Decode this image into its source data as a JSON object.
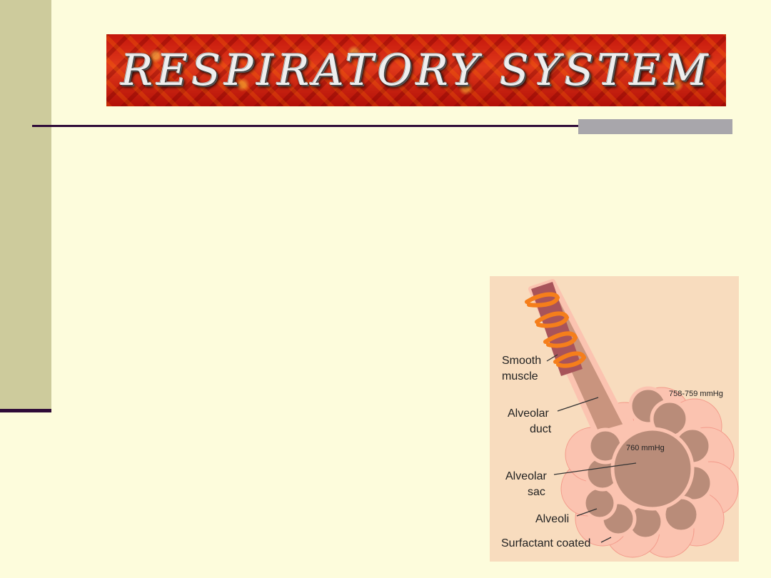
{
  "slide": {
    "title": "RESPIRATORY SYSTEM"
  },
  "colors": {
    "background": "#fdfcdc",
    "sidebar": "#cdcb9c",
    "rule": "#2f0b38",
    "rule_accent": "#a8a6ab",
    "banner_red": "#c4160c",
    "figure_background": "#f8dcbe",
    "alveolus_fill": "#b98c79",
    "tissue_pink": "#fbc3b0",
    "smooth_muscle": "#f57e1b"
  },
  "figure": {
    "labels": {
      "smooth_muscle_line1": "Smooth",
      "smooth_muscle_line2": "muscle",
      "alveolar_duct_line1": "Alveolar",
      "alveolar_duct_line2": "duct",
      "alveolar_sac_line1": "Alveolar",
      "alveolar_sac_line2": "sac",
      "alveoli": "Alveoli",
      "surfactant": "Surfactant coated",
      "pressure_outer": "758-759 mmHg",
      "pressure_inner": "760 mmHg"
    }
  }
}
